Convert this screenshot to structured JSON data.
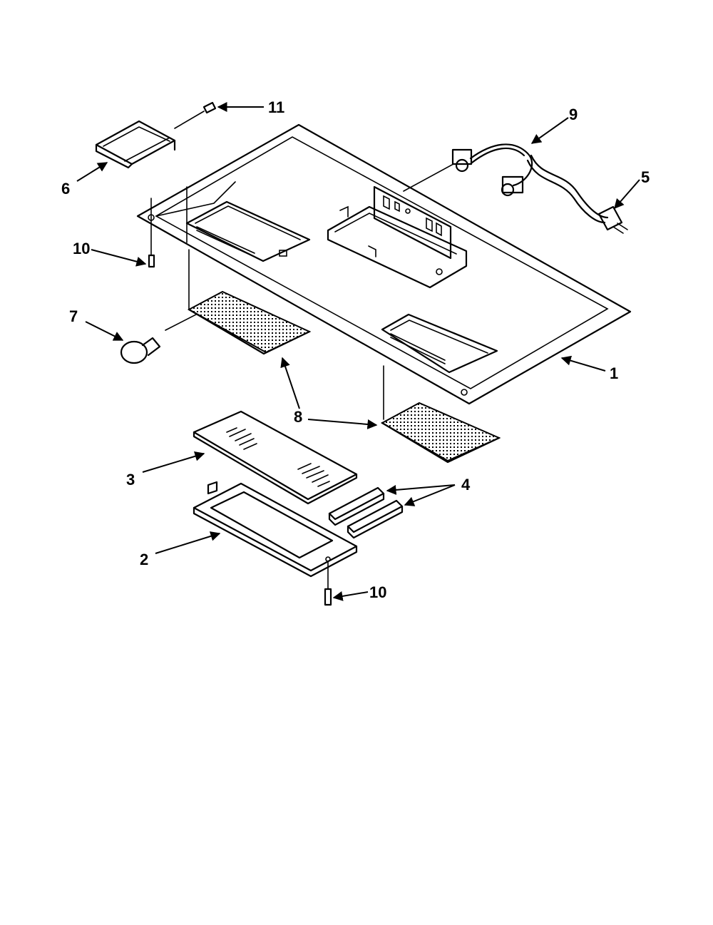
{
  "callouts": {
    "c1": "1",
    "c2": "2",
    "c3": "3",
    "c4": "4",
    "c5": "5",
    "c6": "6",
    "c7": "7",
    "c8": "8",
    "c9": "9",
    "c10_top": "10",
    "c10_bottom": "10",
    "c11": "11"
  },
  "colors": {
    "ink": "#000000",
    "paper": "#ffffff"
  }
}
